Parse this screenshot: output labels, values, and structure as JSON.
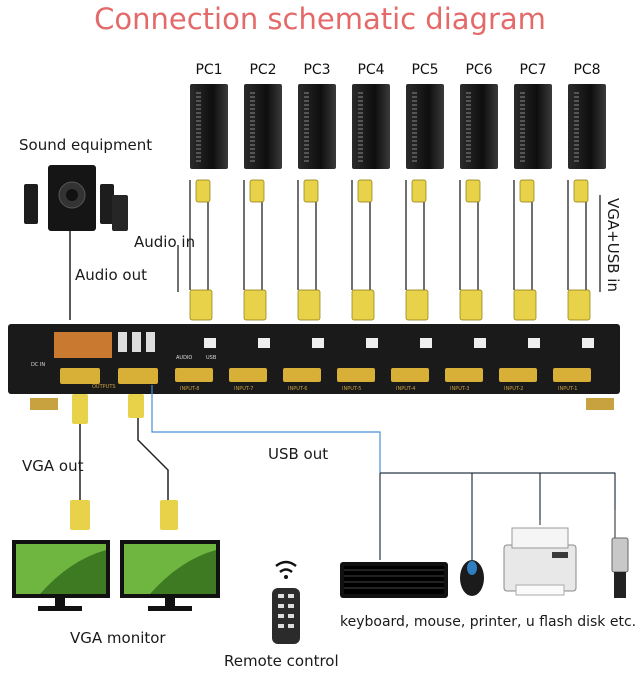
{
  "title": "Connection schematic diagram",
  "pcs": [
    "PC1",
    "PC2",
    "PC3",
    "PC4",
    "PC5",
    "PC6",
    "PC7",
    "PC8"
  ],
  "labels": {
    "sound_equipment": "Sound equipment",
    "audio_in": "Audio in",
    "audio_out": "Audio out",
    "vga_usb_in": "VGA+USB in",
    "vga_out": "VGA out",
    "usb_out": "USB out",
    "vga_monitor": "VGA monitor",
    "remote_control": "Remote control",
    "peripherals": "keyboard, mouse, printer, u flash disk etc."
  },
  "kvm_panel": {
    "dc_in": "DC IN",
    "outputs": "OUTPUTS",
    "port_audio": "AUDIO",
    "port_usb": "USB",
    "inputs": [
      "INPUT-8",
      "INPUT-7",
      "INPUT-6",
      "INPUT-5",
      "INPUT-4",
      "INPUT-3",
      "INPUT-2",
      "INPUT-1"
    ]
  },
  "colors": {
    "title": "#e46a6a",
    "cable_blue": "#4a90d9",
    "vga_yellow": "#e8d24a",
    "device_black": "#111111"
  }
}
